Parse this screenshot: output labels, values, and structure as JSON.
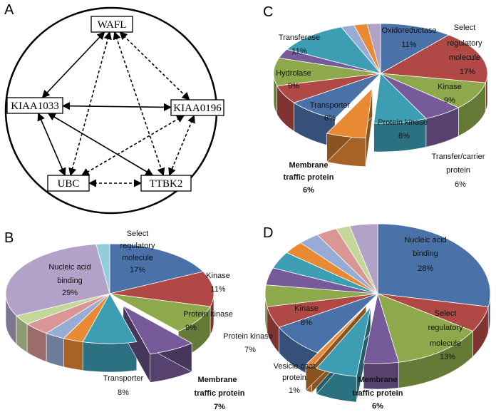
{
  "panels": {
    "A": "A",
    "B": "B",
    "C": "C",
    "D": "D"
  },
  "network": {
    "nodes": [
      "WAFL",
      "KIAA1033",
      "KIAA0196",
      "UBC",
      "TTBK2"
    ],
    "edges": [
      {
        "from": "WAFL",
        "to": "KIAA1033",
        "style": "solid"
      },
      {
        "from": "WAFL",
        "to": "KIAA0196",
        "style": "dashed"
      },
      {
        "from": "WAFL",
        "to": "UBC",
        "style": "dashed"
      },
      {
        "from": "WAFL",
        "to": "TTBK2",
        "style": "dashed"
      },
      {
        "from": "KIAA1033",
        "to": "KIAA0196",
        "style": "solid"
      },
      {
        "from": "KIAA1033",
        "to": "UBC",
        "style": "solid"
      },
      {
        "from": "KIAA1033",
        "to": "TTBK2",
        "style": "solid"
      },
      {
        "from": "KIAA0196",
        "to": "UBC",
        "style": "dashed"
      },
      {
        "from": "KIAA0196",
        "to": "TTBK2",
        "style": "dashed"
      },
      {
        "from": "UBC",
        "to": "TTBK2",
        "style": "dashed"
      }
    ]
  },
  "chart_data": [
    {
      "type": "pie",
      "panel": "B",
      "slices": [
        {
          "label": "Select regulatory molecule 17%",
          "value": 17,
          "color": "#4A71A8",
          "shown": true,
          "exploded": false
        },
        {
          "label": "Kinase 11%",
          "value": 11,
          "color": "#B04845",
          "shown": true,
          "exploded": false
        },
        {
          "label": "Protein kinase 9%",
          "value": 9,
          "color": "#8DA94C",
          "shown": true,
          "exploded": false
        },
        {
          "label": "Membrane traffic protein 7%",
          "value": 7,
          "color": "#775A9A",
          "shown": true,
          "exploded": true,
          "bold": true
        },
        {
          "label": "Transporter 8%",
          "value": 8,
          "color": "#3C9DB3",
          "shown": true,
          "exploded": false
        },
        {
          "label": "",
          "value": 3,
          "color": "#E88A34",
          "shown": false,
          "exploded": false
        },
        {
          "label": "",
          "value": 3,
          "color": "#96ACD4",
          "shown": false,
          "exploded": false
        },
        {
          "label": "",
          "value": 4,
          "color": "#D99694",
          "shown": false,
          "exploded": false
        },
        {
          "label": "",
          "value": 3,
          "color": "#C4D79B",
          "shown": false,
          "exploded": false
        },
        {
          "label": "Nucleic acid binding 29%",
          "value": 29,
          "color": "#B2A2C7",
          "shown": true,
          "exploded": false
        },
        {
          "label": "",
          "value": 2,
          "color": "#93CDDD",
          "shown": false,
          "exploded": false
        }
      ],
      "extra_labels": [
        "Protein kinase 7%"
      ]
    },
    {
      "type": "pie",
      "panel": "C",
      "slices": [
        {
          "label": "Oxidoreductase 11%",
          "value": 11,
          "color": "#4A71A8",
          "shown": true,
          "exploded": false
        },
        {
          "label": "Select regulatory molecule 17%",
          "value": 17,
          "color": "#B04845",
          "shown": true,
          "exploded": false
        },
        {
          "label": "Kinase 9%",
          "value": 9,
          "color": "#8DA94C",
          "shown": true,
          "exploded": false
        },
        {
          "label": "Transfer/carrier protein 6%",
          "value": 6,
          "color": "#775A9A",
          "shown": true,
          "exploded": false
        },
        {
          "label": "Protein kinase 8%",
          "value": 8,
          "color": "#3C9DB3",
          "shown": true,
          "exploded": false
        },
        {
          "label": "Membrane traffic protein 6%",
          "value": 6,
          "color": "#E88A34",
          "shown": true,
          "exploded": true,
          "bold": true
        },
        {
          "label": "Transporter 8%",
          "value": 8,
          "color": "#4A71A8",
          "shown": true,
          "exploded": false
        },
        {
          "label": "",
          "value": 6,
          "color": "#B04845",
          "shown": false,
          "exploded": false
        },
        {
          "label": "Hydrolase 9%",
          "value": 9,
          "color": "#8DA94C",
          "shown": true,
          "exploded": false
        },
        {
          "label": "",
          "value": 3,
          "color": "#775A9A",
          "shown": false,
          "exploded": false
        },
        {
          "label": "Transferase 11%",
          "value": 11,
          "color": "#3C9DB3",
          "shown": true,
          "exploded": false
        },
        {
          "label": "",
          "value": 2,
          "color": "#96ACD4",
          "shown": false,
          "exploded": false
        },
        {
          "label": "",
          "value": 2,
          "color": "#E88A34",
          "shown": false,
          "exploded": false
        },
        {
          "label": "",
          "value": 2,
          "color": "#B2A2C7",
          "shown": false,
          "exploded": false
        }
      ]
    },
    {
      "type": "pie",
      "panel": "D",
      "slices": [
        {
          "label": "Nucleic acid binding 28%",
          "value": 28,
          "color": "#4A71A8",
          "shown": true,
          "exploded": false
        },
        {
          "label": "",
          "value": 6,
          "color": "#B04845",
          "shown": false,
          "exploded": false
        },
        {
          "label": "Select regulatory molecule 13%",
          "value": 13,
          "color": "#8DA94C",
          "shown": true,
          "exploded": false
        },
        {
          "label": "",
          "value": 5,
          "color": "#775A9A",
          "shown": false,
          "exploded": false
        },
        {
          "label": "Membrane traffic protein 6%",
          "value": 6,
          "color": "#3C9DB3",
          "shown": true,
          "exploded": true,
          "bold": true
        },
        {
          "label": "Vesicle coat protein 1%",
          "value": 1,
          "color": "#E88A34",
          "shown": true,
          "exploded": true
        },
        {
          "label": "Kinase 8%",
          "value": 8,
          "color": "#4A71A8",
          "shown": true,
          "exploded": false
        },
        {
          "label": "",
          "value": 5,
          "color": "#B04845",
          "shown": false,
          "exploded": false
        },
        {
          "label": "",
          "value": 5,
          "color": "#8DA94C",
          "shown": false,
          "exploded": false
        },
        {
          "label": "",
          "value": 4,
          "color": "#775A9A",
          "shown": false,
          "exploded": false
        },
        {
          "label": "",
          "value": 4,
          "color": "#3C9DB3",
          "shown": false,
          "exploded": false
        },
        {
          "label": "",
          "value": 3,
          "color": "#E88A34",
          "shown": false,
          "exploded": false
        },
        {
          "label": "",
          "value": 3,
          "color": "#96ACD4",
          "shown": false,
          "exploded": false
        },
        {
          "label": "",
          "value": 3,
          "color": "#D99694",
          "shown": false,
          "exploded": false
        },
        {
          "label": "",
          "value": 2,
          "color": "#C4D79B",
          "shown": false,
          "exploded": false
        },
        {
          "label": "",
          "value": 4,
          "color": "#B2A2C7",
          "shown": false,
          "exploded": false
        }
      ]
    }
  ]
}
